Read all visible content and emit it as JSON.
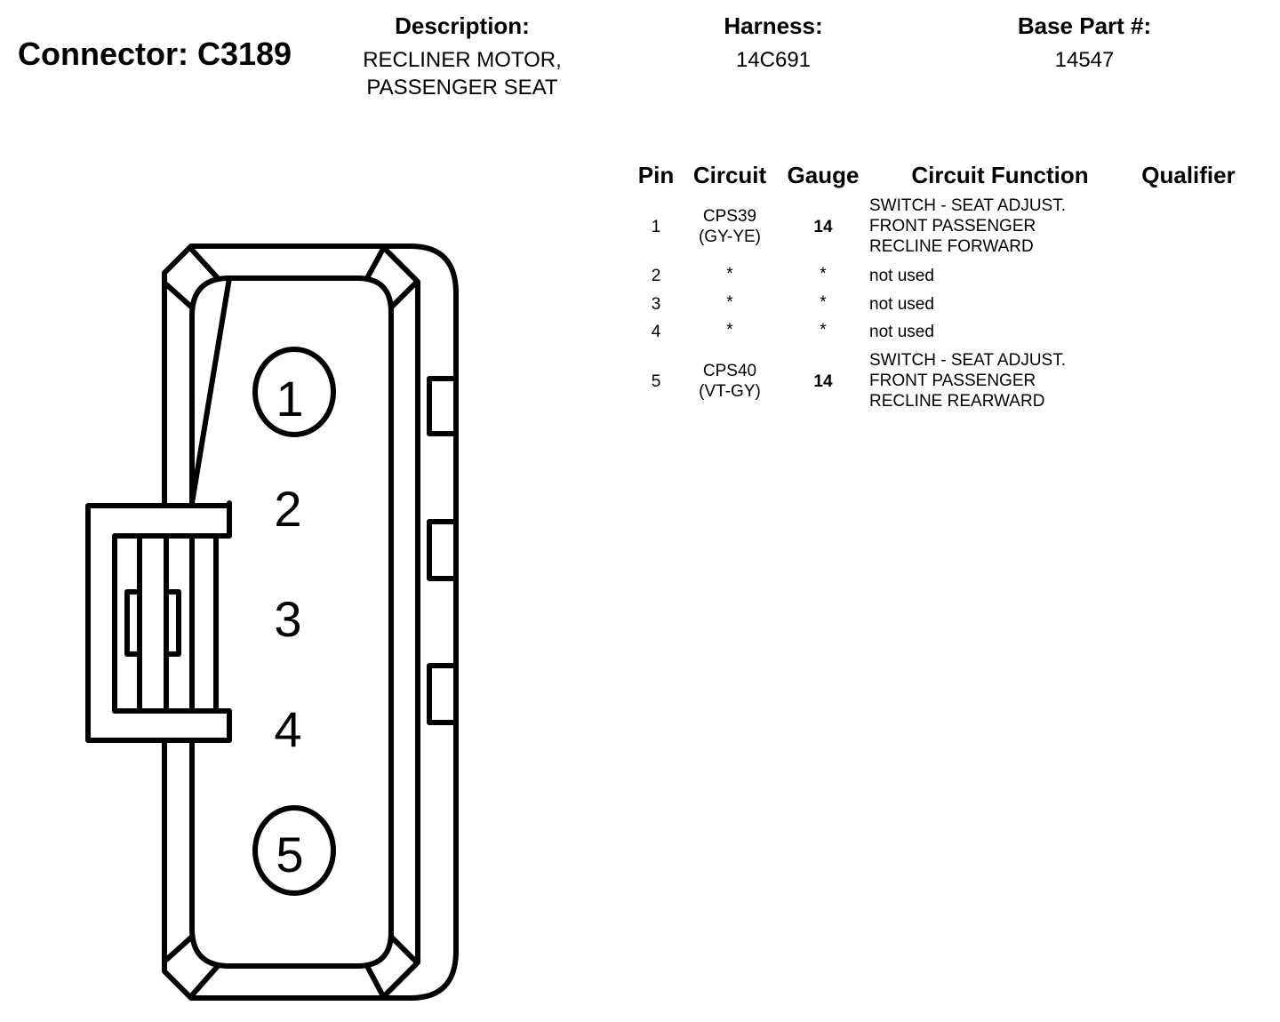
{
  "connector": {
    "title": "Connector: C3189"
  },
  "description": {
    "label": "Description:",
    "lines": [
      "RECLINER MOTOR,",
      "PASSENGER SEAT"
    ]
  },
  "harness": {
    "label": "Harness:",
    "value": "14C691"
  },
  "base_part": {
    "label": "Base Part #:",
    "value": "14547"
  },
  "table": {
    "headers": {
      "pin": "Pin",
      "circuit": "Circuit",
      "gauge": "Gauge",
      "function": "Circuit Function",
      "qualifier": "Qualifier"
    },
    "rows": [
      {
        "pin": "1",
        "circuit": [
          "CPS39",
          "(GY-YE)"
        ],
        "gauge": "14",
        "function": [
          "SWITCH - SEAT ADJUST.",
          "FRONT PASSENGER",
          "RECLINE FORWARD"
        ]
      },
      {
        "pin": "2",
        "circuit": [
          "*"
        ],
        "gauge": "*",
        "function": [
          "not used"
        ]
      },
      {
        "pin": "3",
        "circuit": [
          "*"
        ],
        "gauge": "*",
        "function": [
          "not used"
        ]
      },
      {
        "pin": "4",
        "circuit": [
          "*"
        ],
        "gauge": "*",
        "function": [
          "not used"
        ]
      },
      {
        "pin": "5",
        "circuit": [
          "CPS40",
          "(VT-GY)"
        ],
        "gauge": "14",
        "function": [
          "SWITCH - SEAT ADJUST.",
          "FRONT PASSENGER",
          "RECLINE REARWARD"
        ]
      }
    ]
  },
  "diagram": {
    "pins": [
      {
        "label": "1",
        "circled": true
      },
      {
        "label": "2",
        "circled": false
      },
      {
        "label": "3",
        "circled": false
      },
      {
        "label": "4",
        "circled": false
      },
      {
        "label": "5",
        "circled": true
      }
    ]
  }
}
